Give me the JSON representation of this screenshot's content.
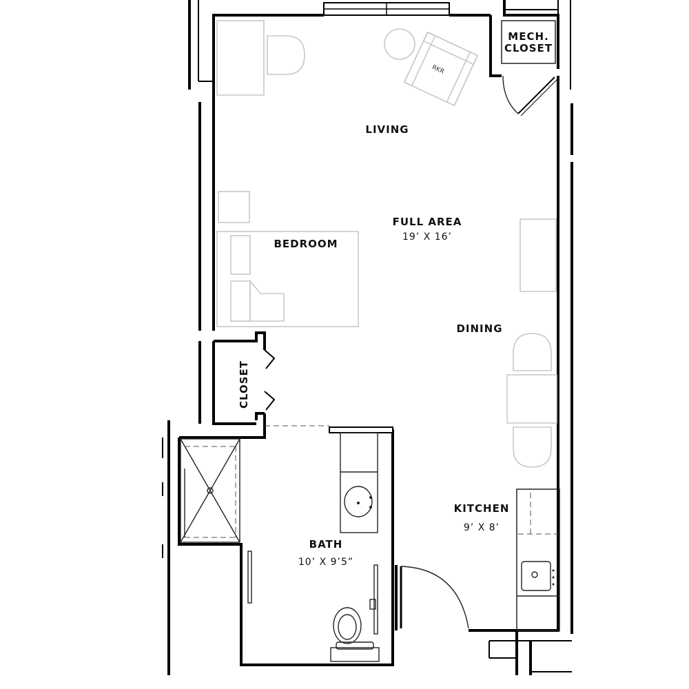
{
  "rooms": {
    "living": "LIVING",
    "full_area": "FULL AREA",
    "full_area_dims": "19’ X 16’",
    "bedroom": "BEDROOM",
    "dining": "DINING",
    "closet": "CLOSET",
    "mech_closet_line1": "MECH.",
    "mech_closet_line2": "CLOSET",
    "kitchen": "KITCHEN",
    "kitchen_dims": "9’ X 8’",
    "bath": "BATH",
    "bath_dims": "10’ X 9’5”"
  },
  "colors": {
    "walls": "#000000",
    "furniture": "#c8c8c8",
    "fixtures": "#222222"
  }
}
